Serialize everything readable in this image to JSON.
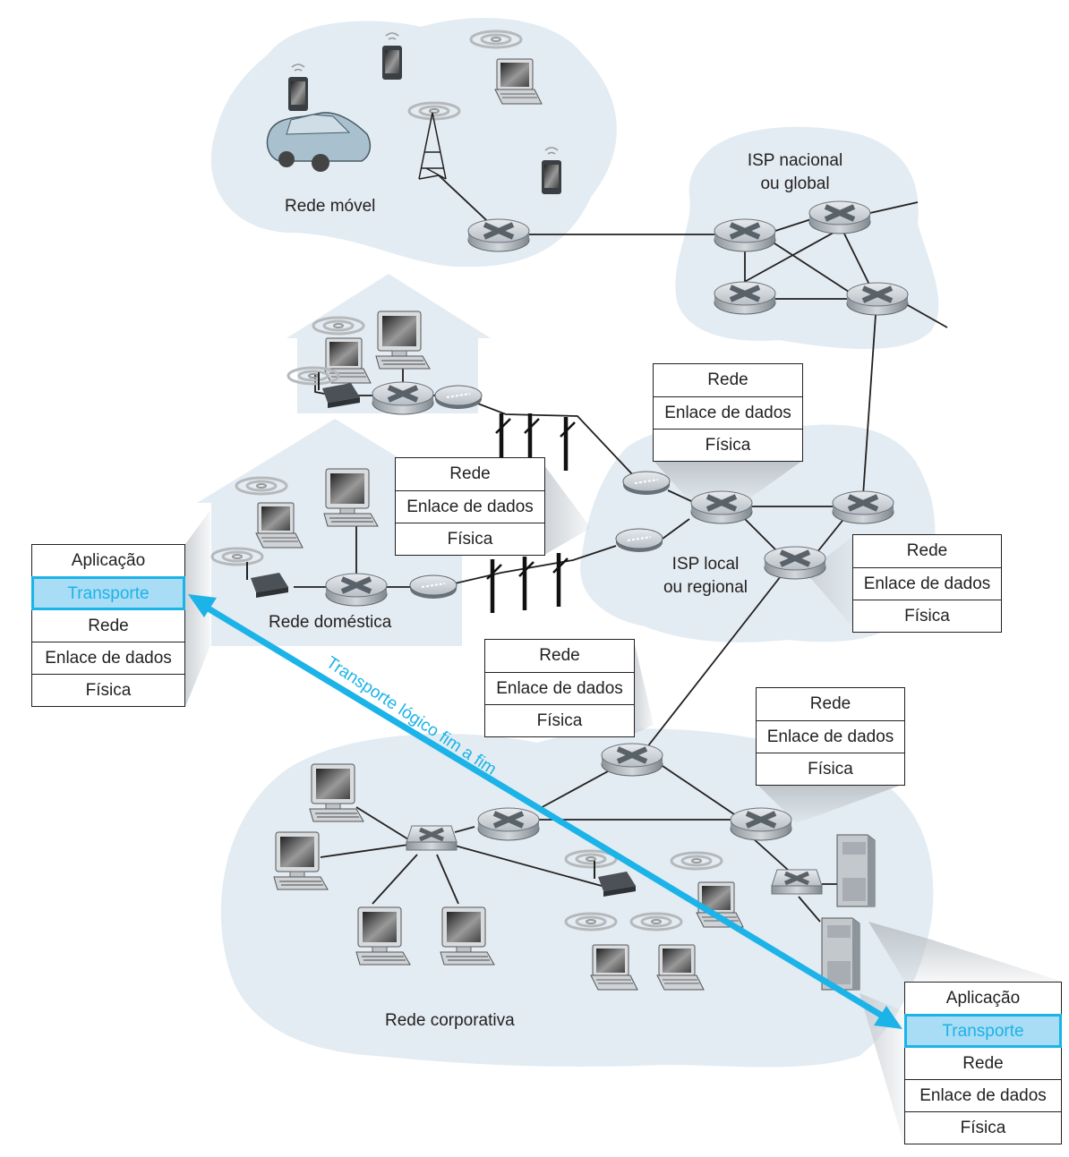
{
  "networks": {
    "mobile": "Rede móvel",
    "national_isp": [
      "ISP nacional",
      "ou global"
    ],
    "local_isp": [
      "ISP local",
      "ou regional"
    ],
    "home": "Rede doméstica",
    "enterprise": "Rede corporativa"
  },
  "end_to_end_label": "Transporte lógico fim a fim",
  "colors": {
    "accent": "#1cb3e8",
    "highlight_fill": "#a9dcf5",
    "cloud": "#e3ecf2"
  },
  "host_stack_left": [
    "Aplicação",
    "Transporte",
    "Rede",
    "Enlace de dados",
    "Física"
  ],
  "host_stack_right": [
    "Aplicação",
    "Transporte",
    "Rede",
    "Enlace de dados",
    "Física"
  ],
  "router_stacks": [
    [
      "Rede",
      "Enlace de dados",
      "Física"
    ],
    [
      "Rede",
      "Enlace de dados",
      "Física"
    ],
    [
      "Rede",
      "Enlace de dados",
      "Física"
    ],
    [
      "Rede",
      "Enlace de dados",
      "Física"
    ],
    [
      "Rede",
      "Enlace de dados",
      "Física"
    ]
  ],
  "highlighted_layer": "Transporte"
}
